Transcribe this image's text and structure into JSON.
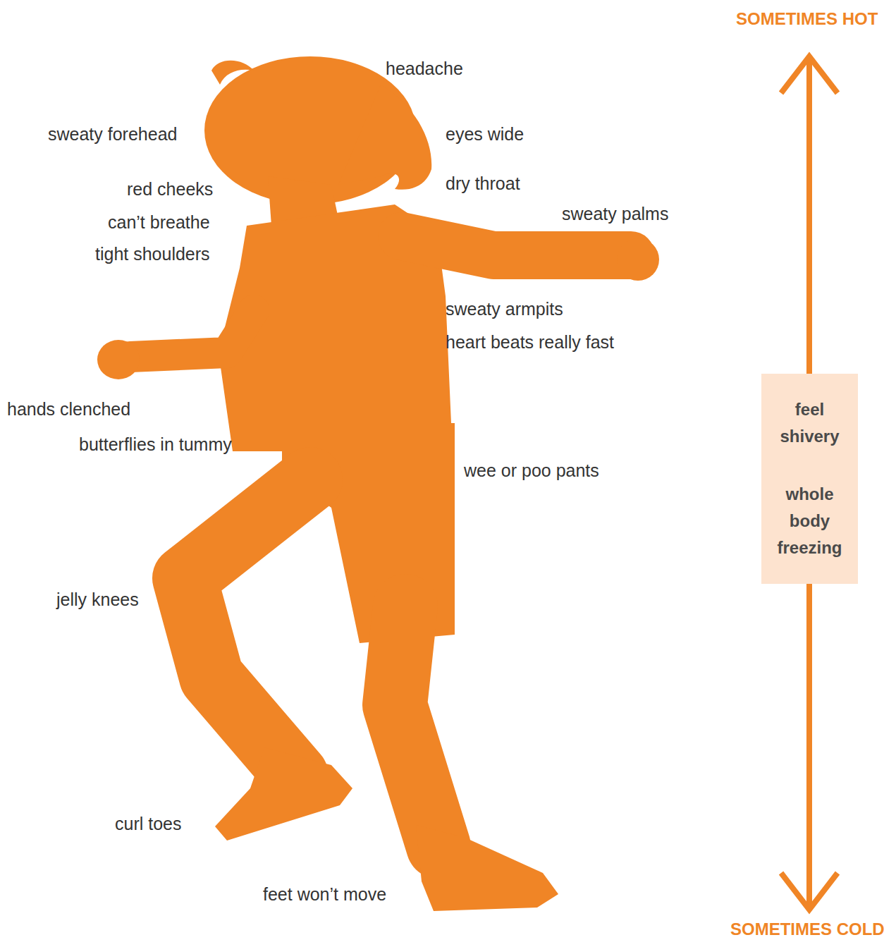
{
  "diagram": {
    "nodes": [
      {
        "text": [
          "feel shivery",
          "whole body freezing"
        ]
      }
    ],
    "labels": [
      "SOMETIMES HOT",
      "headache",
      "sweaty forehead",
      "eyes wide",
      "dry throat",
      "red cheeks",
      "sweaty palms",
      "can’t breathe",
      "tight shoulders",
      "sweaty armpits",
      "heart beats really fast",
      "hands clenched",
      "butterflies in tummy",
      "wee or poo pants",
      "jelly knees",
      "curl toes",
      "feet won’t move",
      "SOMETIMES COLD"
    ]
  }
}
